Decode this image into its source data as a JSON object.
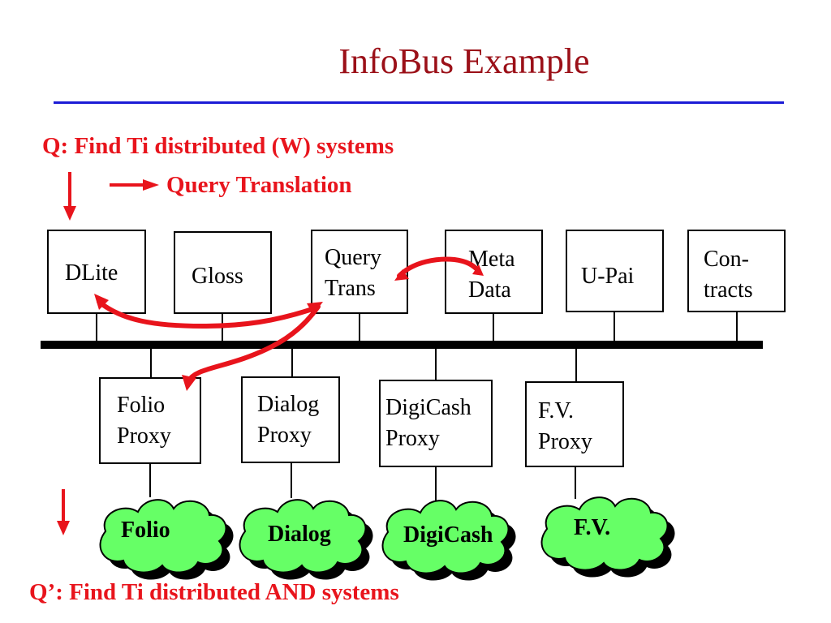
{
  "title": "InfoBus Example",
  "query_original": "Q: Find Ti distributed (W) systems",
  "query_translation_label": "Query Translation",
  "query_translated": "Q’: Find Ti distributed AND systems",
  "services": {
    "dlite": "DLite",
    "gloss": "Gloss",
    "query_trans": [
      "Query",
      "Trans"
    ],
    "meta_data": [
      "Meta",
      "Data"
    ],
    "u_pai": "U-Pai",
    "contracts": [
      "Con-",
      "tracts"
    ]
  },
  "proxies": {
    "folio": [
      "Folio",
      "Proxy"
    ],
    "dialog": [
      "Dialog",
      "Proxy"
    ],
    "digicash": [
      "DigiCash",
      "Proxy"
    ],
    "fv": [
      "F.V.",
      "Proxy"
    ]
  },
  "sources": {
    "folio": "Folio",
    "dialog": "Dialog",
    "digicash": "DigiCash",
    "fv": "F.V."
  },
  "colors": {
    "title": "#9b1018",
    "rule": "#1b1bd6",
    "accent_red": "#e8141c",
    "cloud_fill": "#66ff66"
  }
}
